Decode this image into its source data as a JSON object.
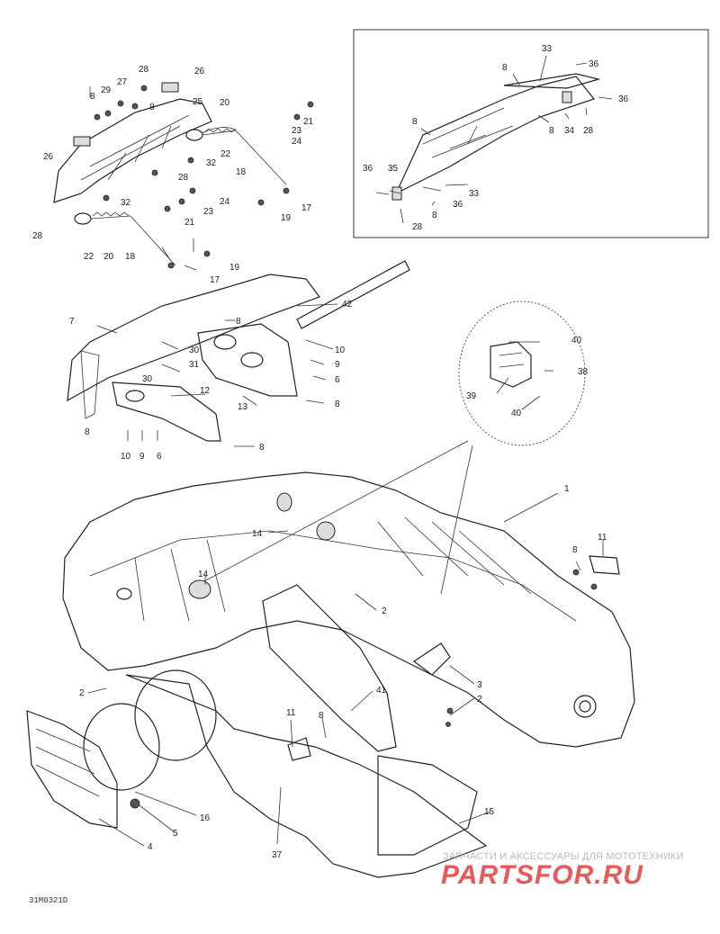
{
  "diagram": {
    "reference_code": "31M0321D",
    "watermark": {
      "caption": "ЗАПЧАСТИ И АКСЕССУАРЫ ДЛЯ МОТОТЕХНИКИ",
      "logo": "PARTSFOR.RU"
    },
    "callouts": {
      "1": "1",
      "2": "2",
      "3": "3",
      "4": "4",
      "5": "5",
      "6": "6",
      "7": "7",
      "8": "8",
      "9": "9",
      "10": "10",
      "11": "11",
      "12": "12",
      "13": "13",
      "14": "14",
      "15": "15",
      "16": "16",
      "17": "17",
      "18": "18",
      "19": "19",
      "20": "20",
      "21": "21",
      "22": "22",
      "23": "23",
      "24": "24",
      "25": "25",
      "26": "26",
      "27": "27",
      "28": "28",
      "29": "29",
      "30": "30",
      "31": "31",
      "32": "32",
      "33": "33",
      "34": "34",
      "35": "35",
      "36": "36",
      "37": "37",
      "38": "38",
      "39": "39",
      "40": "40",
      "41": "41",
      "42": "42"
    }
  }
}
